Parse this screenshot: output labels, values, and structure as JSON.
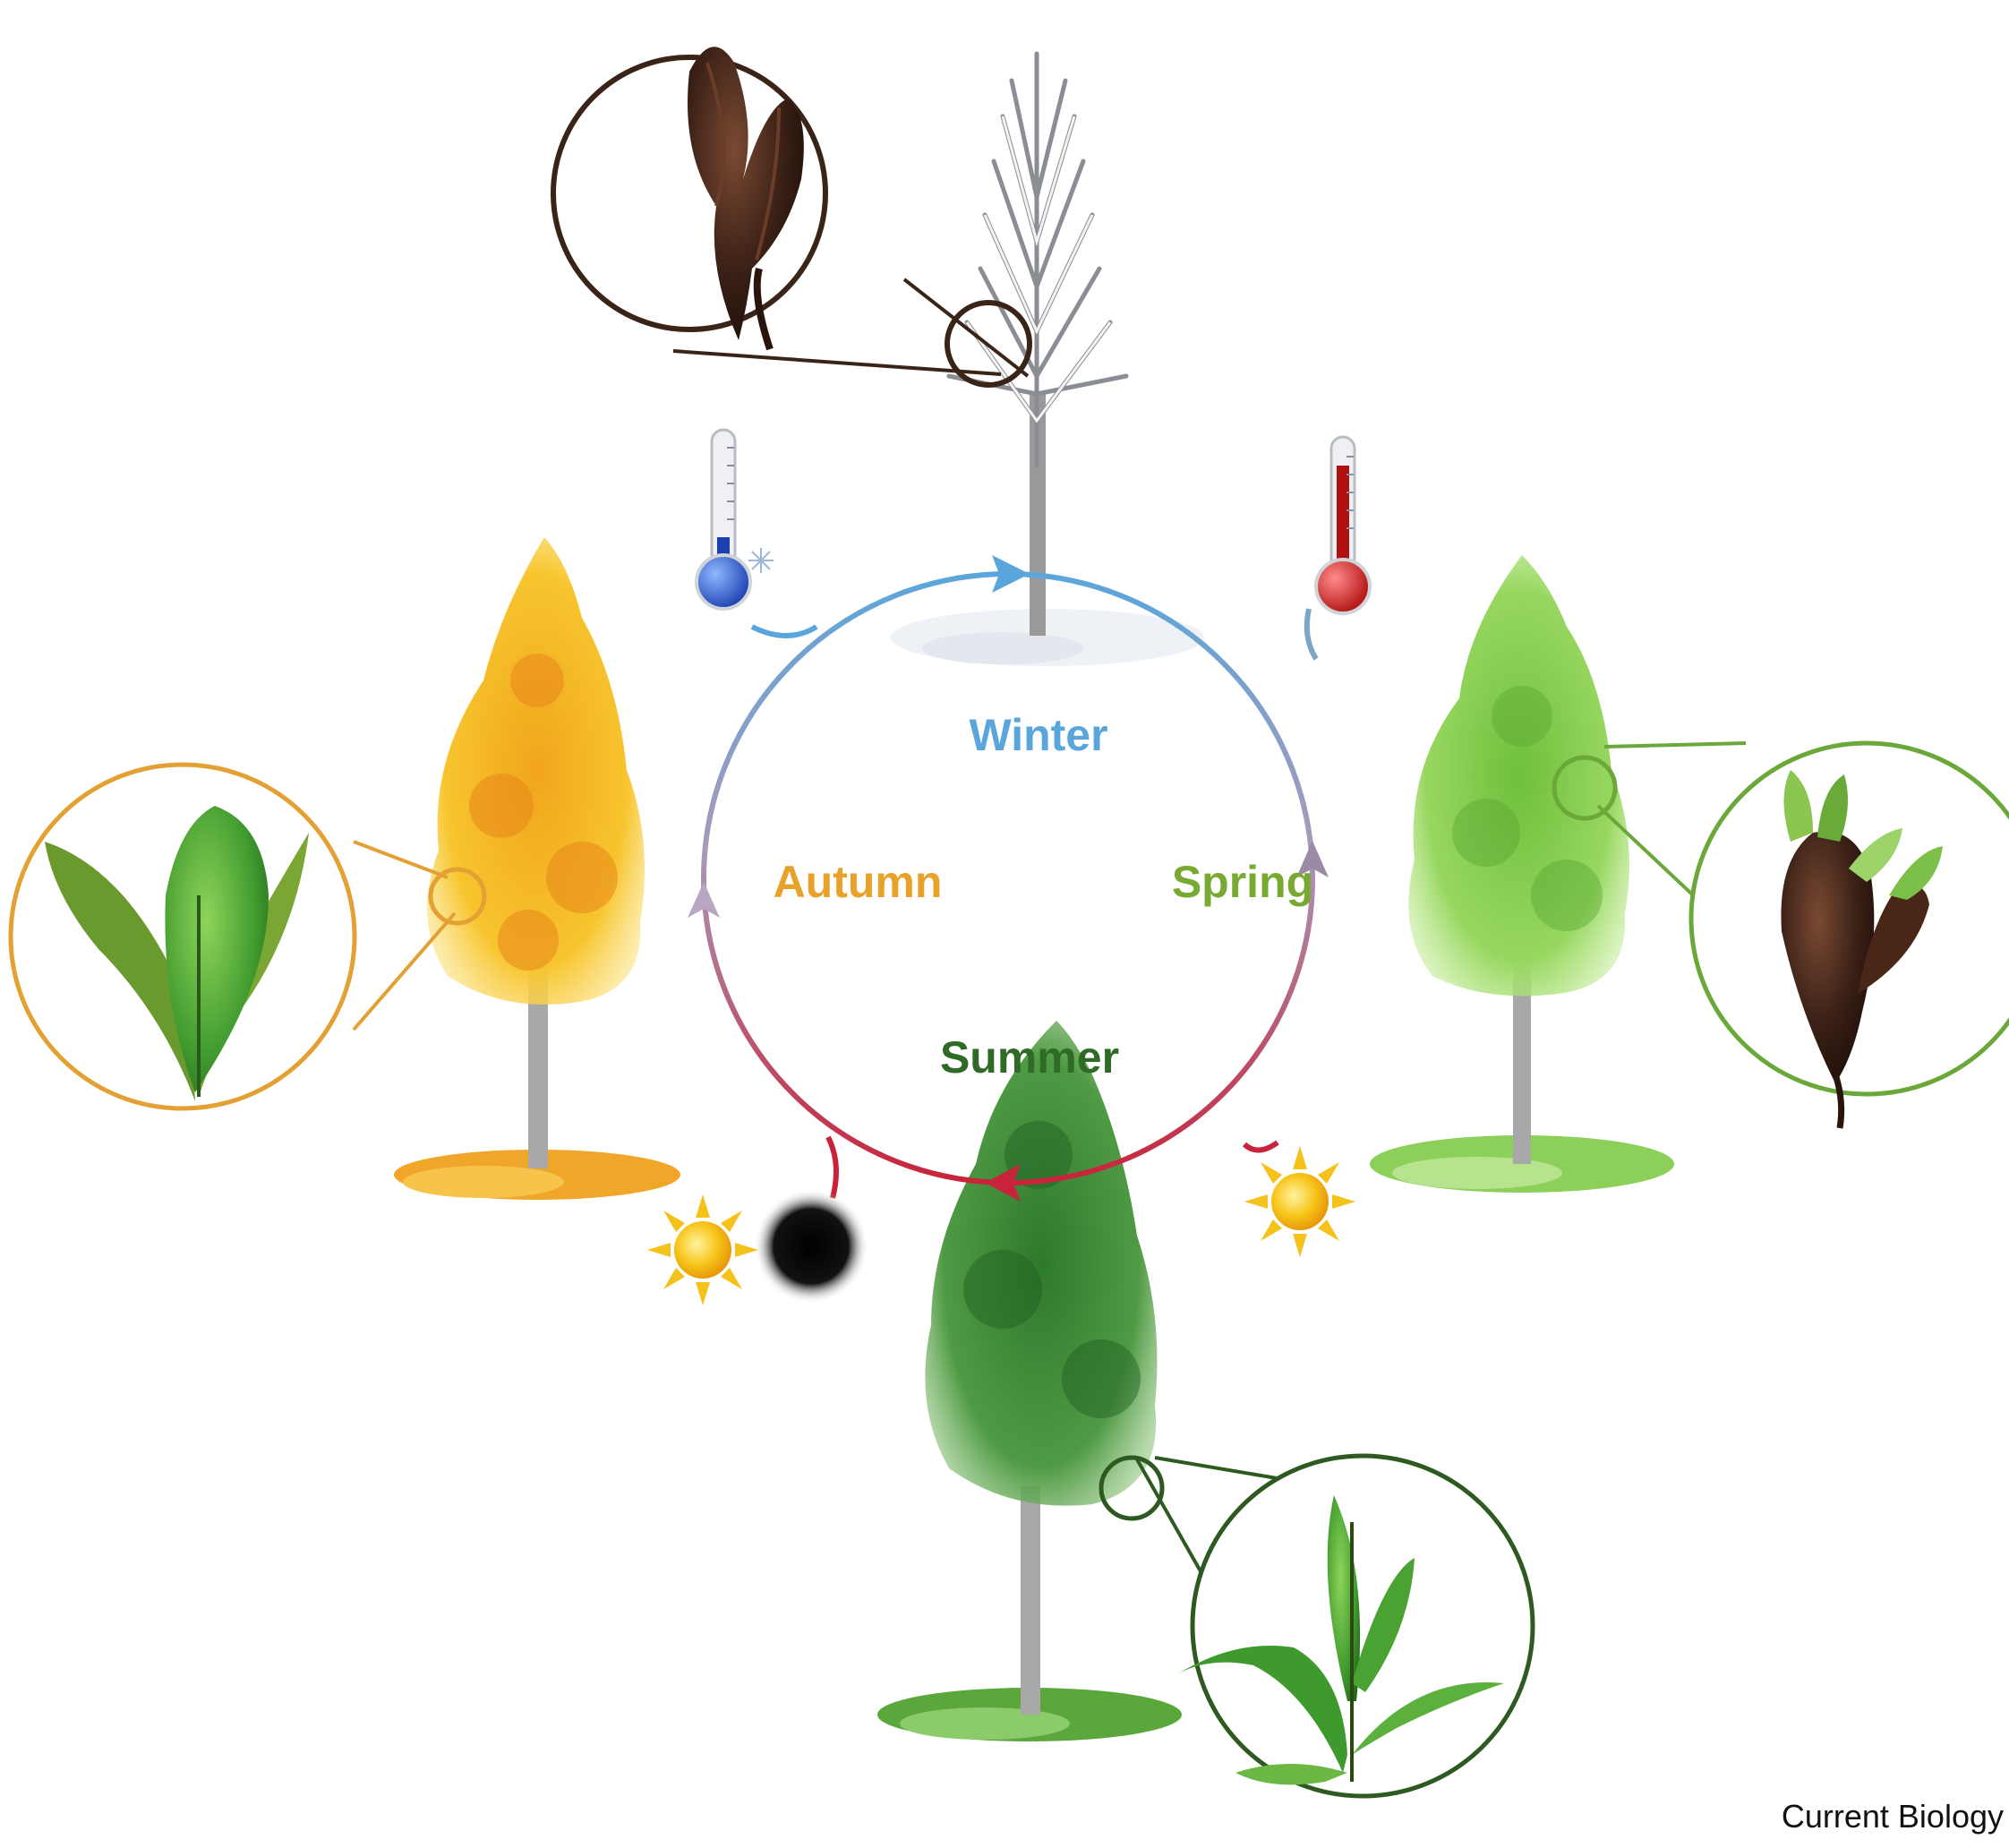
{
  "labels": {
    "winter": "Winter",
    "spring": "Spring",
    "summer": "Summer",
    "autumn": "Autumn"
  },
  "credit": "Current Biology",
  "colors": {
    "winter": "#5aa6dc",
    "spring": "#78aa32",
    "summer": "#2f6a26",
    "autumn": "#e8a22a",
    "cycle_top": "#5aa6dc",
    "cycle_right": "#9b8aa6",
    "cycle_bottom": "#c8233a",
    "cycle_left": "#b9a7c2",
    "bud_dark": "#3a2016",
    "winter_frame": "#3a2417",
    "spring_frame": "#6aa83a",
    "summer_frame": "#2e5a22",
    "autumn_frame": "#e3a033"
  },
  "icons": {
    "cold": "cold-thermometer-icon",
    "warm": "warm-thermometer-icon",
    "sun_spring": "sun-icon",
    "sun_autumn": "sun-icon",
    "moon": "moon-icon"
  }
}
